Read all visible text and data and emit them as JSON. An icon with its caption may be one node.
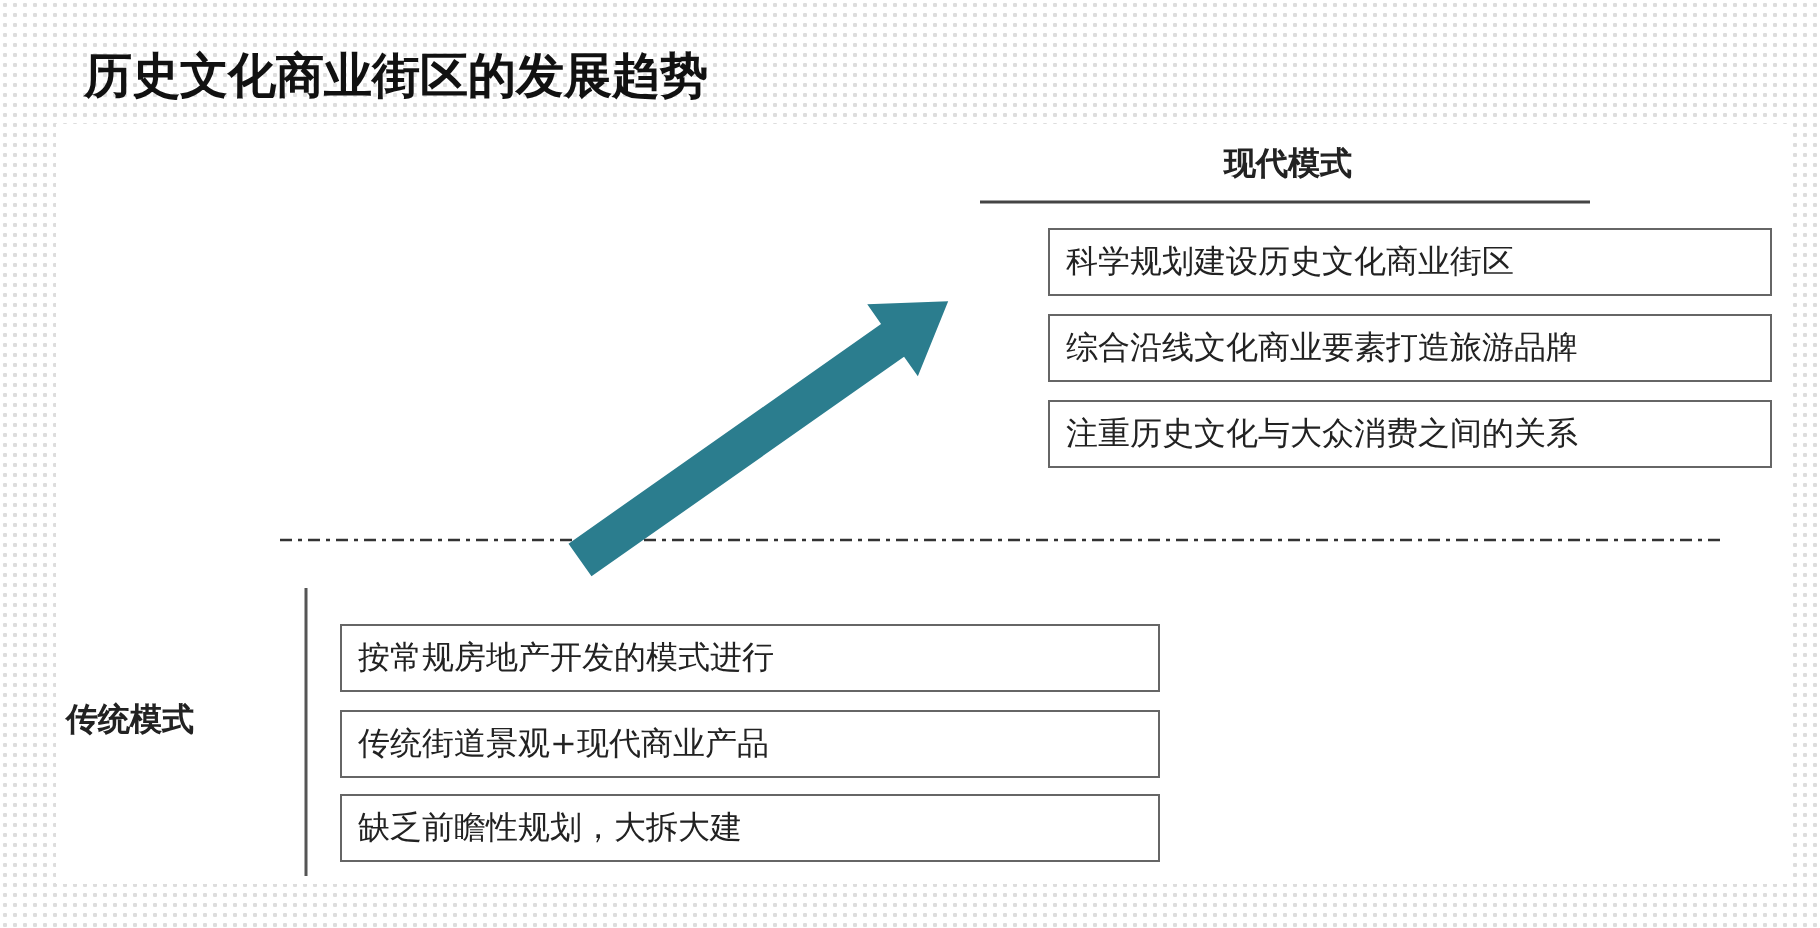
{
  "diagram": {
    "title": "历史文化商业街区的发展趋势",
    "nodes": [
      {
        "text": [
          "科学规划建设历史文化商业街区"
        ]
      },
      {
        "text": [
          "综合沿线文化商业要素打造旅游品牌"
        ]
      },
      {
        "text": [
          "注重历史文化与大众消费之间的关系"
        ]
      },
      {
        "text": [
          "按常规房地产开发的模式进行"
        ]
      },
      {
        "text": [
          "传统街道景观+现代商业产品"
        ]
      },
      {
        "text": [
          "缺乏前瞻性规划，大拆大建"
        ]
      }
    ],
    "labels": [
      "现代模式",
      "传统模式"
    ]
  }
}
